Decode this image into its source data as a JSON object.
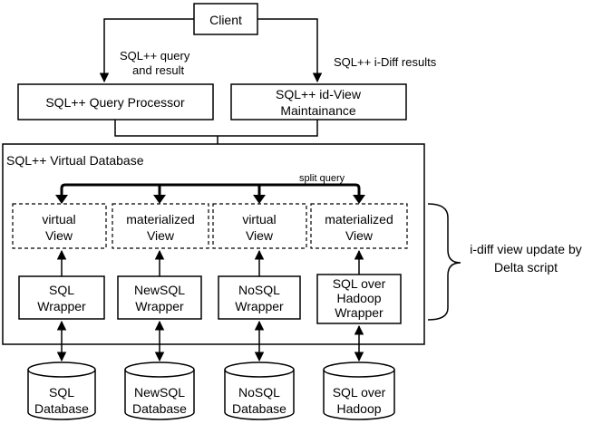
{
  "nodes": {
    "client": "Client",
    "query_processor": "SQL++ Query Processor",
    "id_view": [
      "SQL++ id-View",
      "Maintainance"
    ],
    "virtual_db": "SQL++ Virtual Database"
  },
  "edge_labels": {
    "query_result": [
      "SQL++ query",
      "and result"
    ],
    "idiff_results": "SQL++ i-Diff results",
    "split_query": "split query"
  },
  "views": [
    [
      "virtual",
      "View"
    ],
    [
      "materialized",
      "View"
    ],
    [
      "virtual",
      "View"
    ],
    [
      "materialized",
      "View"
    ]
  ],
  "wrappers": [
    [
      "SQL",
      "Wrapper"
    ],
    [
      "NewSQL",
      "Wrapper"
    ],
    [
      "NoSQL",
      "Wrapper"
    ],
    [
      "SQL over",
      "Hadoop",
      "Wrapper"
    ]
  ],
  "databases": [
    [
      "SQL",
      "Database"
    ],
    [
      "NewSQL",
      "Database"
    ],
    [
      "NoSQL",
      "Database"
    ],
    [
      "SQL over",
      "Hadoop"
    ]
  ],
  "brace_label": [
    "i-diff view update by",
    "Delta script"
  ]
}
